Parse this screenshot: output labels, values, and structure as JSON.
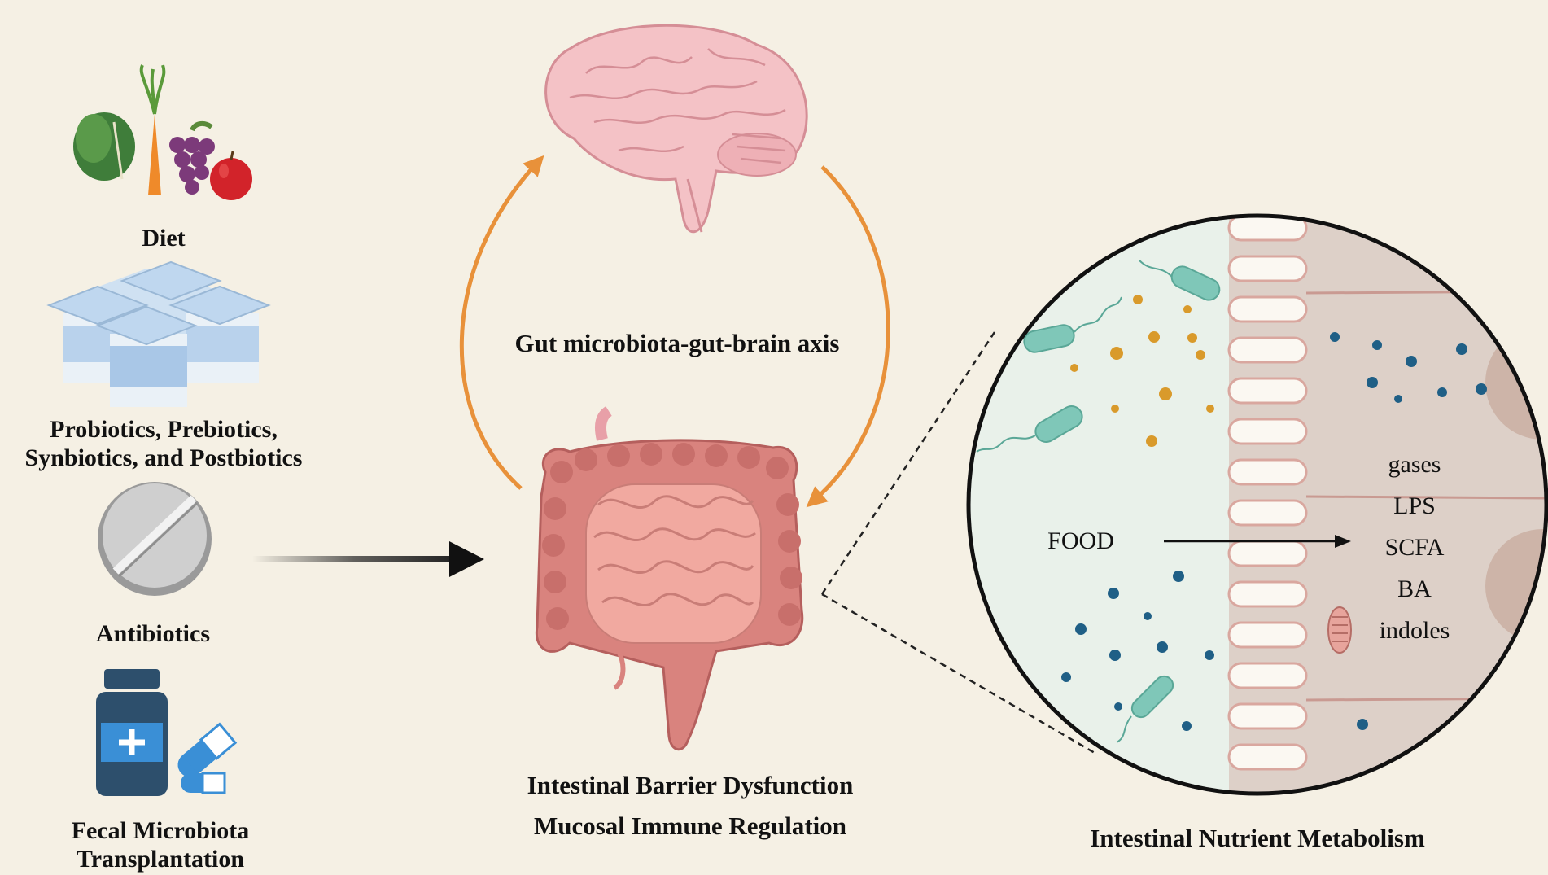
{
  "left_panel": {
    "items": [
      {
        "lines": [
          "Diet"
        ],
        "icon": "vegetables-fruit-icon"
      },
      {
        "lines": [
          "Probiotics, Prebiotics,",
          "Synbiotics, and Postbiotics"
        ],
        "icon": "yogurt-cups-icon"
      },
      {
        "lines": [
          "Antibiotics"
        ],
        "icon": "pill-tablet-icon"
      },
      {
        "lines": [
          "Fecal Microbiota",
          "Transplantation"
        ],
        "icon": "medicine-bottle-capsule-icon"
      }
    ]
  },
  "center": {
    "axis_label": "Gut microbiota-gut-brain axis",
    "bottom_lines": [
      "Intestinal Barrier Dysfunction",
      "Mucosal Immune Regulation"
    ],
    "icons": [
      "brain-icon",
      "intestine-icon"
    ]
  },
  "zoom": {
    "caption": "Intestinal Nutrient Metabolism",
    "input_label": "FOOD",
    "metabolites": [
      "gases",
      "LPS",
      "SCFA",
      "BA",
      "indoles"
    ]
  },
  "colors": {
    "background": "#f5f0e4",
    "cycle_arrow": "#e8913a",
    "lumen": "#e9f1ea",
    "bacteria": "#7fc7b8",
    "orange_dots": "#d99a2b",
    "blue_dots": "#1f5f86",
    "brain": "#f4c2c6",
    "intestine": "#e79a96"
  }
}
